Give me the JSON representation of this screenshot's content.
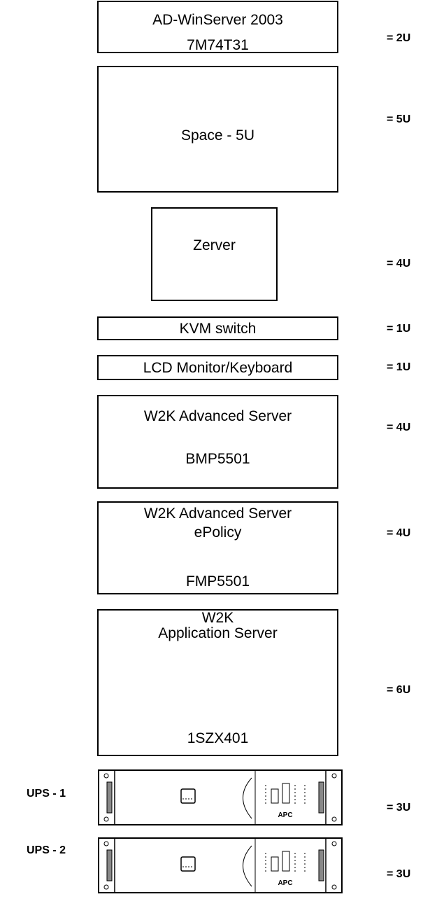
{
  "rack": {
    "ad": {
      "line1": "AD-WinServer 2003",
      "line2": "7M74T31",
      "units": "= 2U"
    },
    "space": {
      "label": "Space - 5U",
      "units": "= 5U"
    },
    "zerver": {
      "label": "Zerver",
      "units": "= 4U"
    },
    "kvm": {
      "label": "KVM switch",
      "units": "= 1U"
    },
    "lcd": {
      "label": "LCD Monitor/Keyboard",
      "units": "= 1U"
    },
    "w2k_adv": {
      "line1": "W2K Advanced Server",
      "line2": "BMP5501",
      "units": "= 4U"
    },
    "w2k_epolicy": {
      "line1": "W2K Advanced Server",
      "line2": "ePolicy",
      "line3": "FMP5501",
      "units": "= 4U"
    },
    "w2k_app": {
      "line1": "W2K",
      "line2": "Application Server",
      "line3": "1SZX401",
      "units": "= 6U"
    },
    "ups1": {
      "label": "UPS - 1",
      "units": "= 3U",
      "logo": "APC"
    },
    "ups2": {
      "label": "UPS - 2",
      "units": "= 3U",
      "logo": "APC"
    }
  }
}
